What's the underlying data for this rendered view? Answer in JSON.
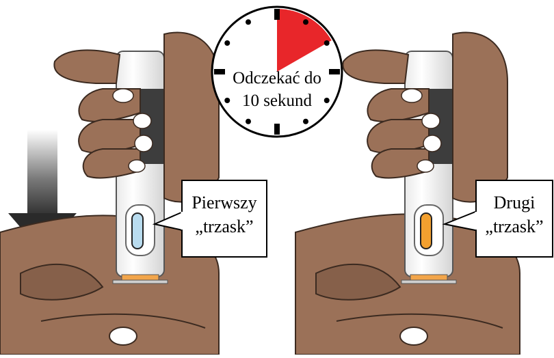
{
  "timer": {
    "line1": "Odczekać do",
    "line2": "10 sekund",
    "elapsed_fraction": 0.167
  },
  "callout_left": {
    "line1": "Pierwszy",
    "line2": "„trzask”"
  },
  "callout_right": {
    "line1": "Drugi",
    "line2": "„trzask”"
  },
  "colors": {
    "skin": "#9b7158",
    "skin_dark": "#6f4d39",
    "timer_wedge": "#e8262a",
    "window_blue": "#b9dcef",
    "window_orange": "#f3a02f",
    "cap_orange": "#f2a54a",
    "arrow_dark": "#2a2a2a"
  }
}
